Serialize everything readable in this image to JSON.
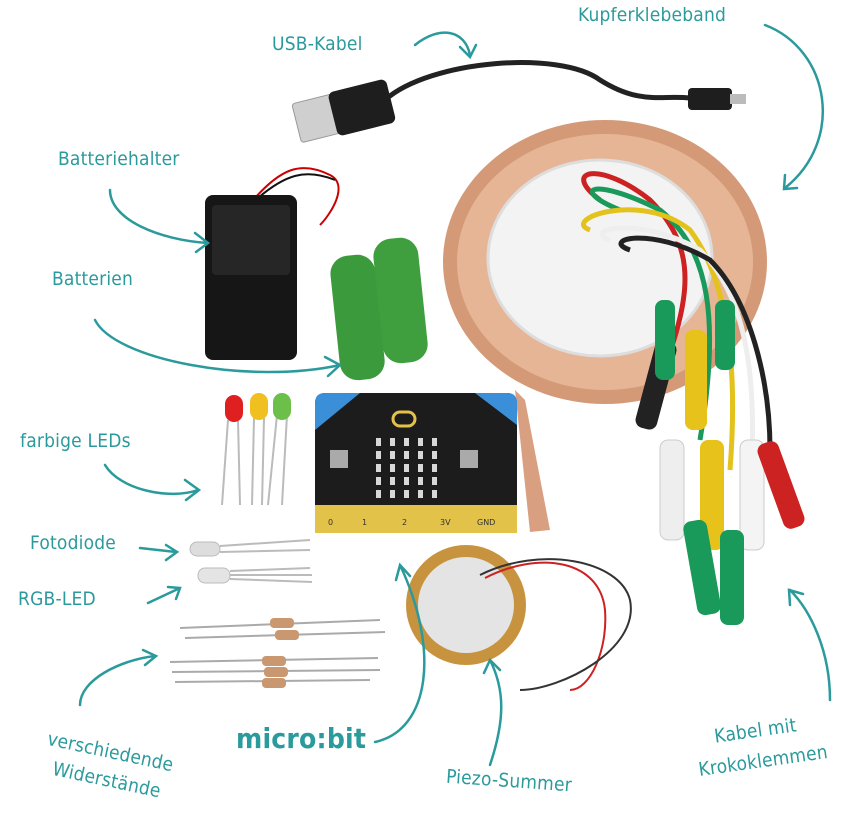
{
  "labels": {
    "usb_cable": "USB-Kabel",
    "copper_tape": "Kupferklebeband",
    "battery_holder": "Batteriehalter",
    "batteries": "Batterien",
    "colored_leds": "farbige LEDs",
    "photodiode": "Fotodiode",
    "rgb_led": "RGB-LED",
    "resistors_line1": "verschiedende",
    "resistors_line2": "Widerstände",
    "microbit": "micro:bit",
    "piezo": "Piezo-Summer",
    "clips_line1": "Kabel mit",
    "clips_line2": "Krokoklemmen"
  },
  "microbit_pins": [
    "0",
    "1",
    "2",
    "3V",
    "GND"
  ],
  "colors": {
    "label_teal": "#2b9a9c",
    "copper": "#d49a78",
    "battery_green": "#3a9a3c",
    "board_black": "#1c1c1c",
    "board_gold": "#e3c24a"
  }
}
